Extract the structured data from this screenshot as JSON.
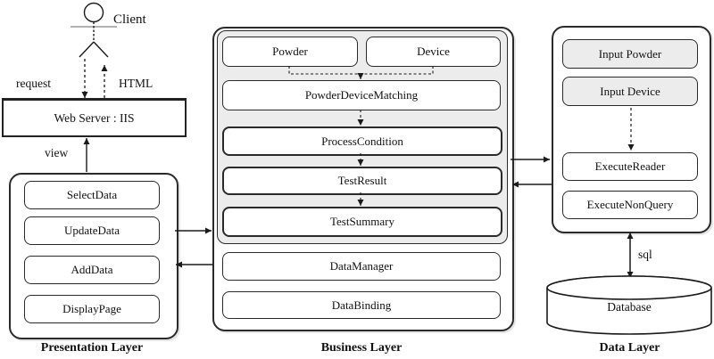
{
  "client": {
    "label": "Client",
    "request_label": "request",
    "html_label": "HTML"
  },
  "web_server": {
    "label": "Web Server : IIS",
    "view_label": "view"
  },
  "presentation": {
    "title": "Presentation Layer",
    "boxes": [
      "SelectData",
      "UpdateData",
      "AddData",
      "DisplayPage"
    ]
  },
  "business": {
    "title": "Business Layer",
    "entity_boxes": [
      "Powder",
      "Device"
    ],
    "flow_boxes": [
      "PowderDeviceMatching",
      "ProcessCondition",
      "TestResult",
      "TestSummary"
    ],
    "manager_boxes": [
      "DataManager",
      "DataBinding"
    ]
  },
  "data_layer": {
    "title": "Data Layer",
    "input_boxes": [
      "Input Powder",
      "Input Device"
    ],
    "execute_boxes": [
      "ExecuteReader",
      "ExecuteNonQuery"
    ],
    "sql_label": "sql",
    "database_label": "Database"
  },
  "colors": {
    "stroke": "#2a2a2a",
    "box_fill": "#ffffff",
    "grey_fill": "#ececec",
    "background": "#ffffff"
  }
}
